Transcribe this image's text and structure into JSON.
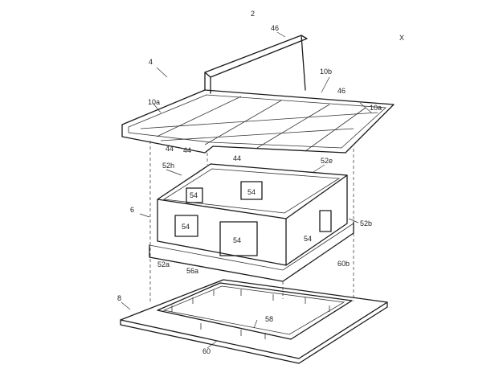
{
  "figure": {
    "labels": {
      "top_ref": "2",
      "roof_ref": "4",
      "ridge": "46",
      "ridge_b": "46",
      "panel_10a_left": "10a",
      "panel_10a_right": "10a",
      "panel_10b": "10b",
      "joint_44_a": "44",
      "joint_44_b": "44",
      "joint_44_c": "44",
      "wall_ref": "6",
      "wall_52h": "52h",
      "wall_52a": "52a",
      "wall_52b": "52b",
      "wall_52e": "52e",
      "window_54_a": "54",
      "window_54_b": "54",
      "window_54_c": "54",
      "door_54": "54",
      "base_56a": "56a",
      "base_60b": "60b",
      "floor_ref": "8",
      "floor_58": "58",
      "floor_60": "60",
      "north_mark": "X"
    }
  }
}
